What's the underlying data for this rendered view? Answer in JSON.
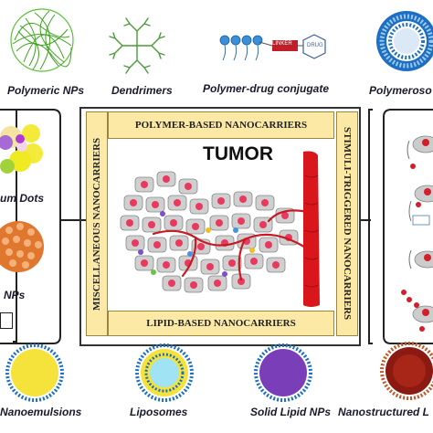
{
  "top_row": {
    "polymeric_nps": "Polymeric NPs",
    "dendrimers": "Dendrimers",
    "polymer_drug_conjugate": "Polymer-drug conjugate",
    "linker_label": "LINKER",
    "drug_label": "DRUG",
    "polymerosomes": "Polymeroso"
  },
  "left_panel": {
    "quantum_dots": "um Dots",
    "nps": "NPs"
  },
  "center": {
    "tumor_title": "TUMOR",
    "banner_top": "POLYMER-BASED NANOCARRIERS",
    "banner_bottom": "LIPID-BASED NANOCARRIERS",
    "banner_left": "MISCELLANEOUS NANOCARRIERS",
    "banner_right": "STIMULI-TRIGGERED NANOCARRIERS"
  },
  "bottom_row": {
    "nanoemulsions": "Nanoemulsions",
    "liposomes": "Liposomes",
    "solid_lipid_nps": "Solid Lipid NPs",
    "nanostructured": "Nanostructured L"
  },
  "colors": {
    "banner_fill": "#fde9a6",
    "tumor_cell": "#c9c9c9",
    "nucleus": "#e83a5f",
    "vessel": "#d9161b",
    "liposome_blue": "#1d6fc2",
    "lipid_yellow": "#f5e23b"
  }
}
